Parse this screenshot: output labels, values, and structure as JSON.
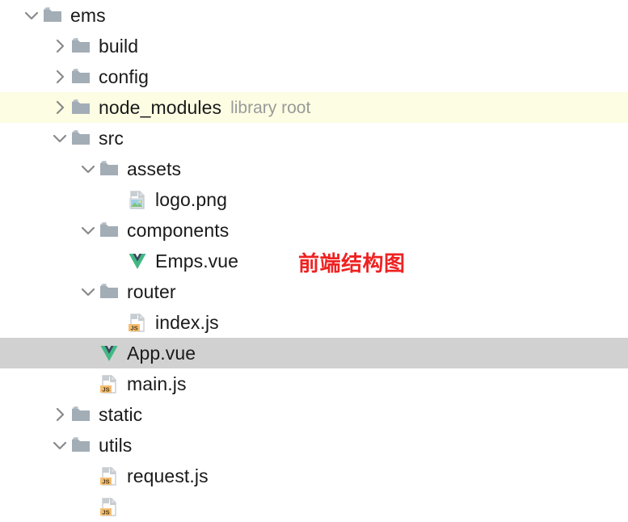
{
  "colors": {
    "folder": "#a3adb6",
    "folder_tab": "#b4bcc4",
    "chevron": "#8a8a8a",
    "text": "#1a1a1a",
    "tag_text": "#9a9a9a",
    "library_root_row_bg": "#fdfde3",
    "selected_row_bg": "#d1d1d1",
    "annotation": "#ee2222",
    "js_badge": "#f5be72",
    "js_badge_text": "#4a3a1a",
    "vue_outer": "#41b883",
    "vue_inner": "#35495e",
    "doc_body": "#c8cdd2",
    "doc_fold": "#e6e9ec",
    "png_sky": "#9fd0e8",
    "png_hill": "#7cc47c",
    "page_bg": "#ffffff"
  },
  "annotation": {
    "text": "前端结构图"
  },
  "tree": {
    "rows": [
      {
        "label": "ems",
        "depth": 0,
        "icon": "folder",
        "chevron": "down",
        "tag": "",
        "state": "normal"
      },
      {
        "label": "build",
        "depth": 1,
        "icon": "folder",
        "chevron": "right",
        "tag": "",
        "state": "normal"
      },
      {
        "label": "config",
        "depth": 1,
        "icon": "folder",
        "chevron": "right",
        "tag": "",
        "state": "normal"
      },
      {
        "label": "node_modules",
        "depth": 1,
        "icon": "folder",
        "chevron": "right",
        "tag": "library root",
        "state": "library-root"
      },
      {
        "label": "src",
        "depth": 1,
        "icon": "folder",
        "chevron": "down",
        "tag": "",
        "state": "normal"
      },
      {
        "label": "assets",
        "depth": 2,
        "icon": "folder",
        "chevron": "down",
        "tag": "",
        "state": "normal"
      },
      {
        "label": "logo.png",
        "depth": 3,
        "icon": "png",
        "chevron": "none",
        "tag": "",
        "state": "normal"
      },
      {
        "label": "components",
        "depth": 2,
        "icon": "folder",
        "chevron": "down",
        "tag": "",
        "state": "normal"
      },
      {
        "label": "Emps.vue",
        "depth": 3,
        "icon": "vue",
        "chevron": "none",
        "tag": "",
        "state": "normal"
      },
      {
        "label": "router",
        "depth": 2,
        "icon": "folder",
        "chevron": "down",
        "tag": "",
        "state": "normal"
      },
      {
        "label": "index.js",
        "depth": 3,
        "icon": "js",
        "chevron": "none",
        "tag": "",
        "state": "normal"
      },
      {
        "label": "App.vue",
        "depth": 2,
        "icon": "vue",
        "chevron": "none",
        "tag": "",
        "state": "selected"
      },
      {
        "label": "main.js",
        "depth": 2,
        "icon": "js",
        "chevron": "none",
        "tag": "",
        "state": "normal"
      },
      {
        "label": "static",
        "depth": 1,
        "icon": "folder",
        "chevron": "right",
        "tag": "",
        "state": "normal"
      },
      {
        "label": "utils",
        "depth": 1,
        "icon": "folder",
        "chevron": "down",
        "tag": "",
        "state": "normal"
      },
      {
        "label": "request.js",
        "depth": 2,
        "icon": "js",
        "chevron": "none",
        "tag": "",
        "state": "normal"
      },
      {
        "label": "",
        "depth": 2,
        "icon": "js",
        "chevron": "none",
        "tag": "",
        "state": "clipped"
      }
    ]
  }
}
